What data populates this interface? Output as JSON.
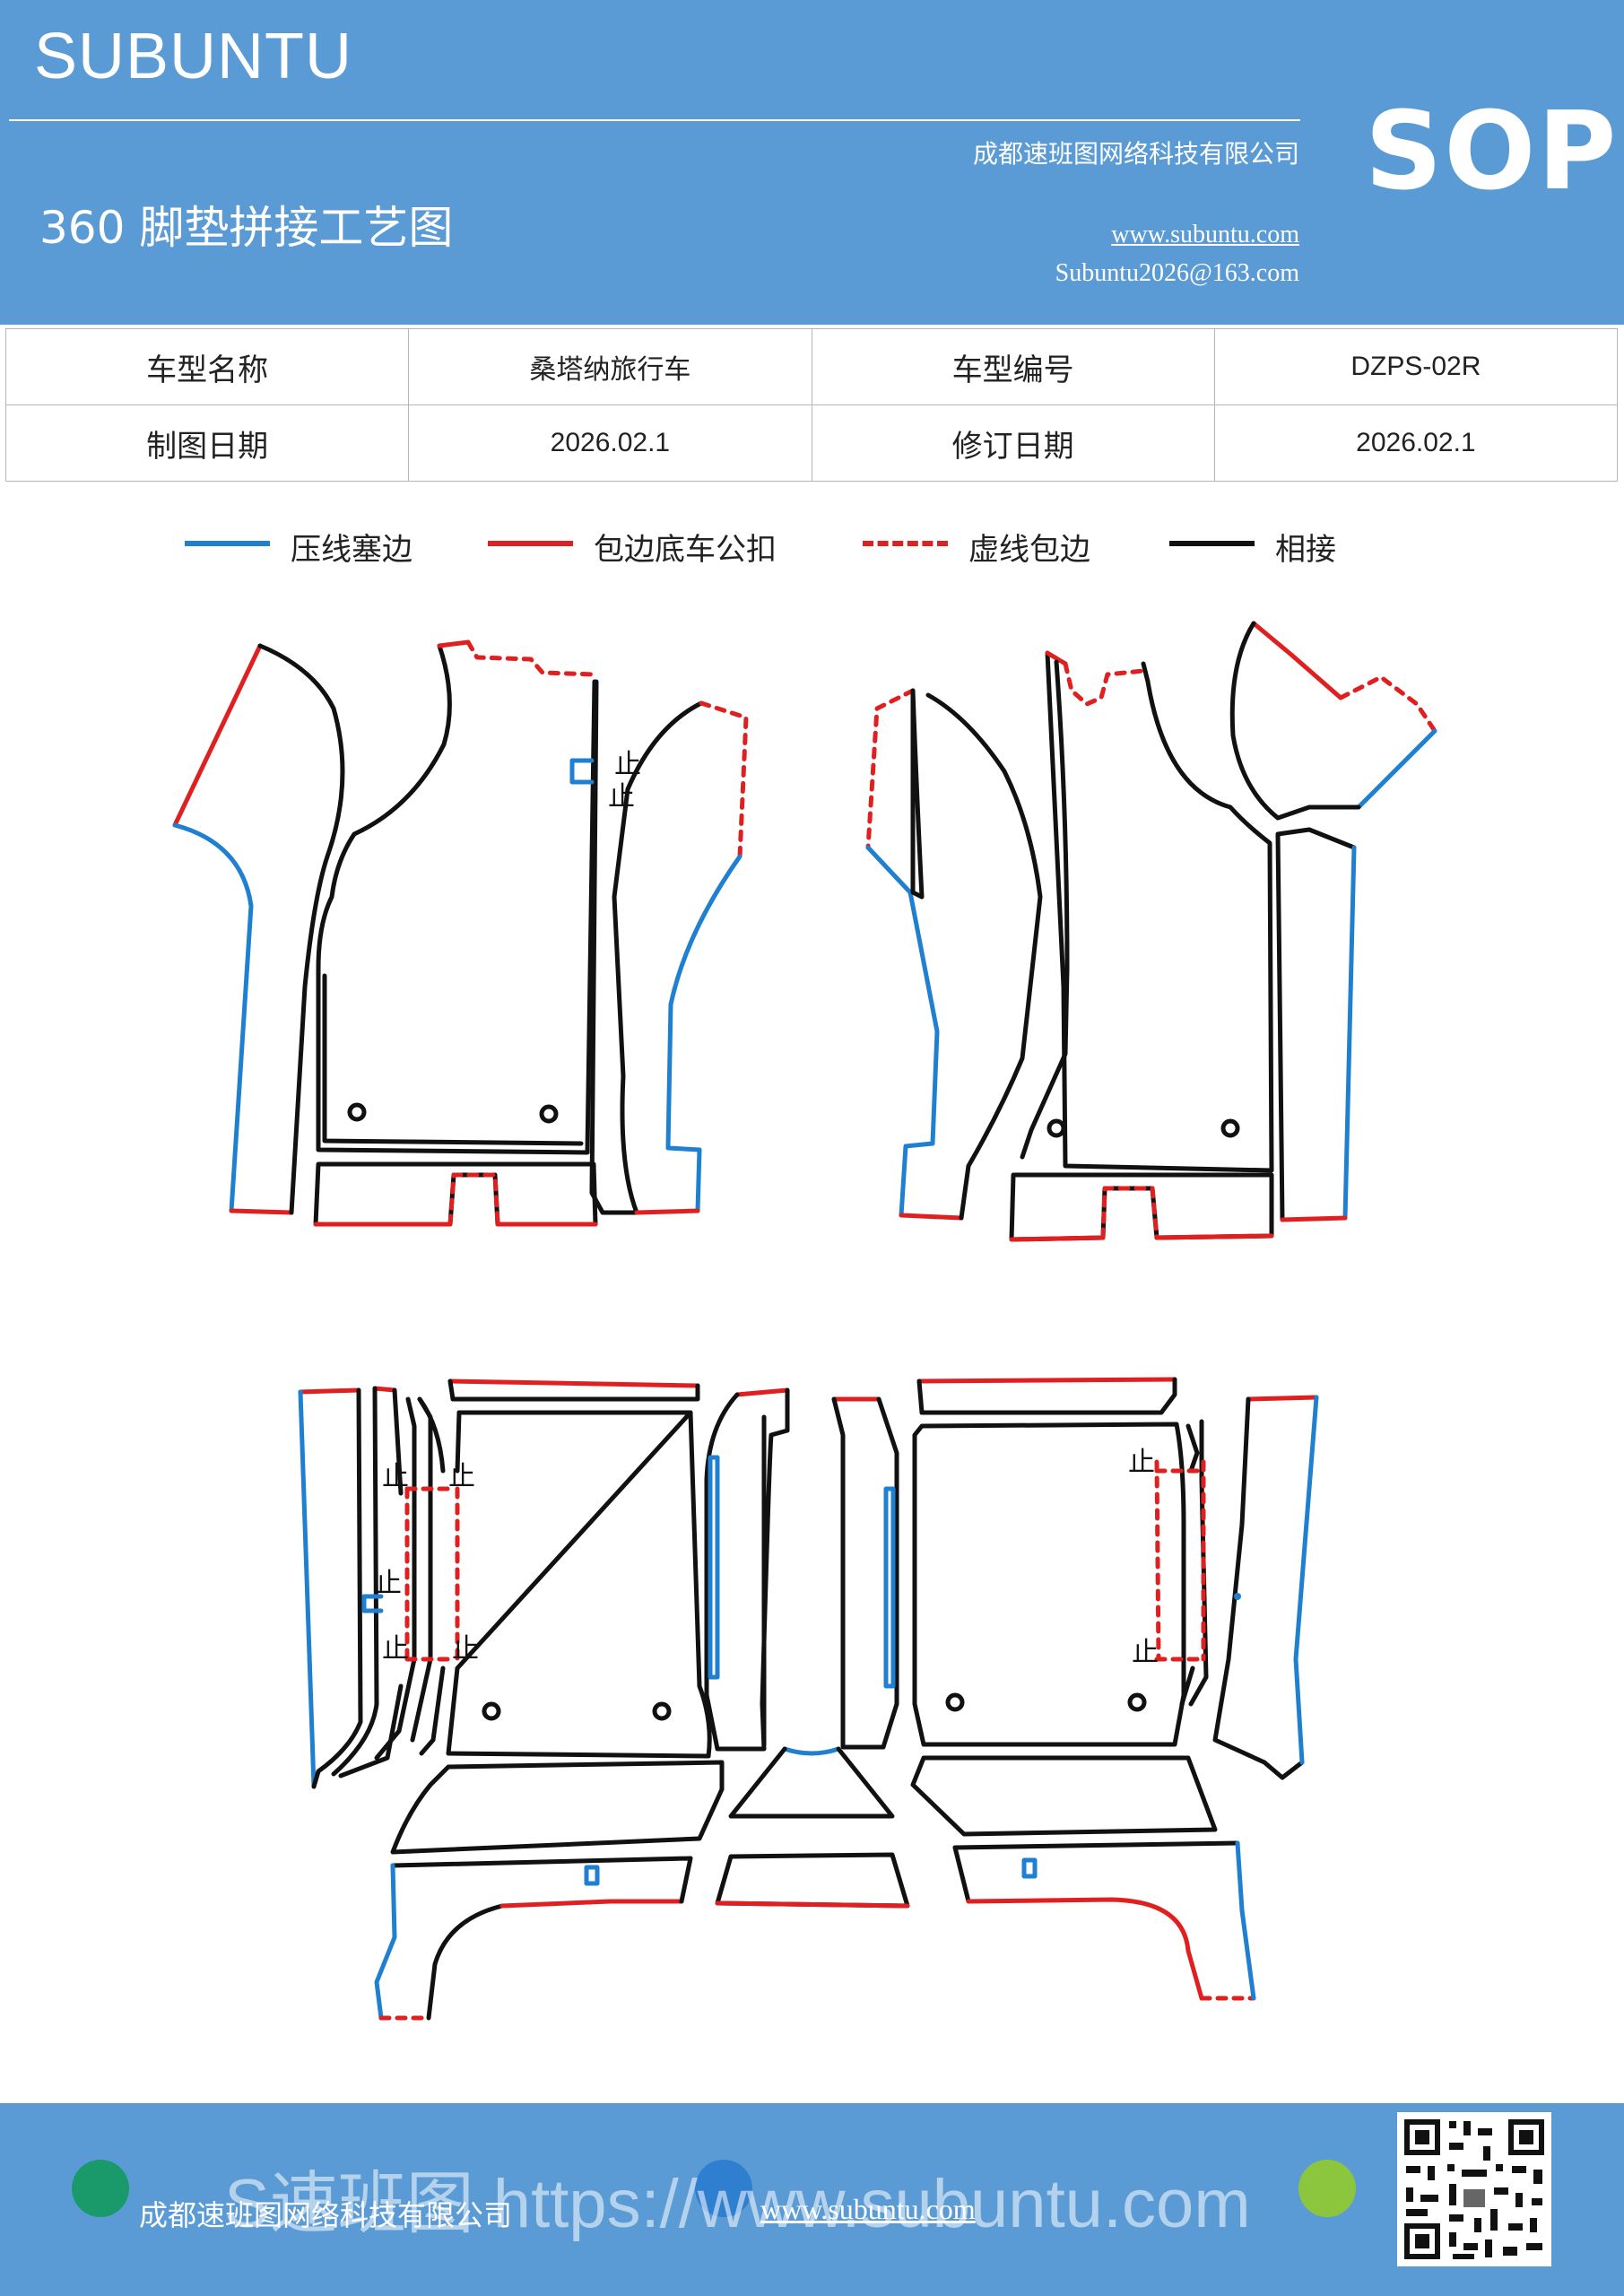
{
  "header": {
    "brand": "SUBUNTU",
    "company": "成都速班图网络科技有限公司",
    "website": "www.subuntu.com",
    "email": "Subuntu2026@163.com",
    "sop": "SOP",
    "title": "360 脚垫拼接工艺图"
  },
  "info_table": {
    "rows": [
      [
        {
          "label": "车型名称"
        },
        {
          "value": "桑塔纳旅行车"
        },
        {
          "label": "车型编号"
        },
        {
          "value": "DZPS-02R"
        }
      ],
      [
        {
          "label": "制图日期"
        },
        {
          "value": "2026.02.1"
        },
        {
          "label": "修订日期"
        },
        {
          "value": "2026.02.1"
        }
      ]
    ]
  },
  "legend": [
    {
      "label": "压线塞边",
      "color": "#1f7fd0",
      "style": "solid"
    },
    {
      "label": "包边底车公扣",
      "color": "#e02020",
      "style": "solid"
    },
    {
      "label": "虚线包边",
      "color": "#e02020",
      "style": "dashed"
    },
    {
      "label": "相接",
      "color": "#111111",
      "style": "solid"
    }
  ],
  "drawing": {
    "stop_mark": "止"
  },
  "footer": {
    "company": "成都速班图网络科技有限公司",
    "website": "www.subuntu.com",
    "watermark": "S速班图 https://www.subuntu.com"
  },
  "colors": {
    "header_bg": "#5b9bd5",
    "blue_line": "#1f7fd0",
    "red_line": "#e02020",
    "black_line": "#111111"
  }
}
